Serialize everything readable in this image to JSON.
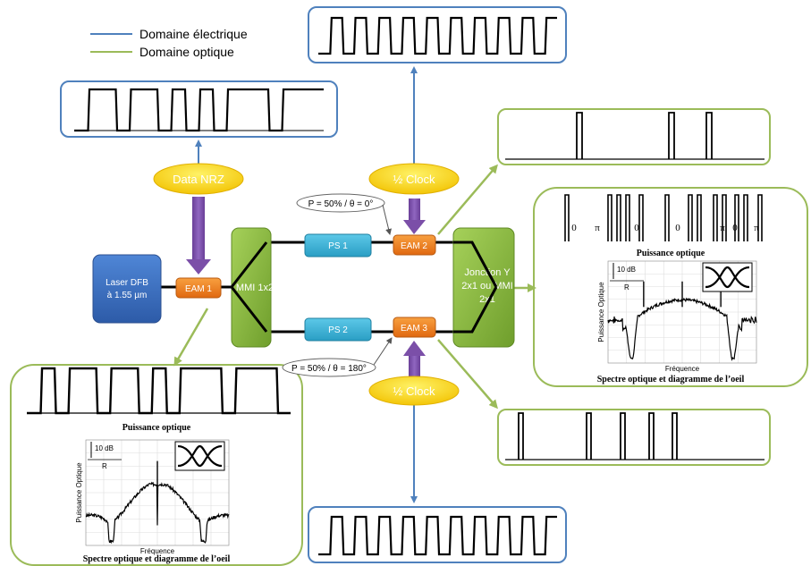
{
  "legend": {
    "electrical": "Domaine électrique",
    "optical": "Domaine optique",
    "electrical_color": "#4f81bd",
    "optical_color": "#9bbb59"
  },
  "blocks": {
    "laser": [
      "Laser DFB",
      "à 1.55 µm"
    ],
    "eam1": "EAM 1",
    "eam2": "EAM 2",
    "eam3": "EAM 3",
    "mmi": "MMI 1x2",
    "ps1": "PS 1",
    "ps2": "PS 2",
    "junction": [
      "Jonction Y",
      "2x1 ou MMI",
      "2x1"
    ]
  },
  "ellipses": {
    "data_nrz": "Data NRZ",
    "clock_top": "½ Clock",
    "clock_bottom": "½ Clock"
  },
  "annotations": {
    "top": "P = 50% / θ = 0°",
    "bottom": "P = 50% / θ = 180°"
  },
  "panels": {
    "spectrum_title": "Puissance optique",
    "caption": "Spectre optique et diagramme de l’oeil",
    "y_axis": "Puissance Optique",
    "x_axis": "Fréquence",
    "scale": "10 dB",
    "resolution": "R",
    "phase_labels": [
      "0",
      "π",
      "0",
      "0",
      "π",
      "0",
      "π"
    ]
  },
  "colors": {
    "green_block": "#8cbc3e",
    "blue_block": "#3a6fc4",
    "orange_eam": "#f07f1c",
    "cyan_ps": "#36b3d6",
    "yellow_ellipse": "#ffd700",
    "purple_arrow": "#7b4fa8",
    "panel_blue": "#4f81bd",
    "panel_green": "#9bbb59"
  }
}
